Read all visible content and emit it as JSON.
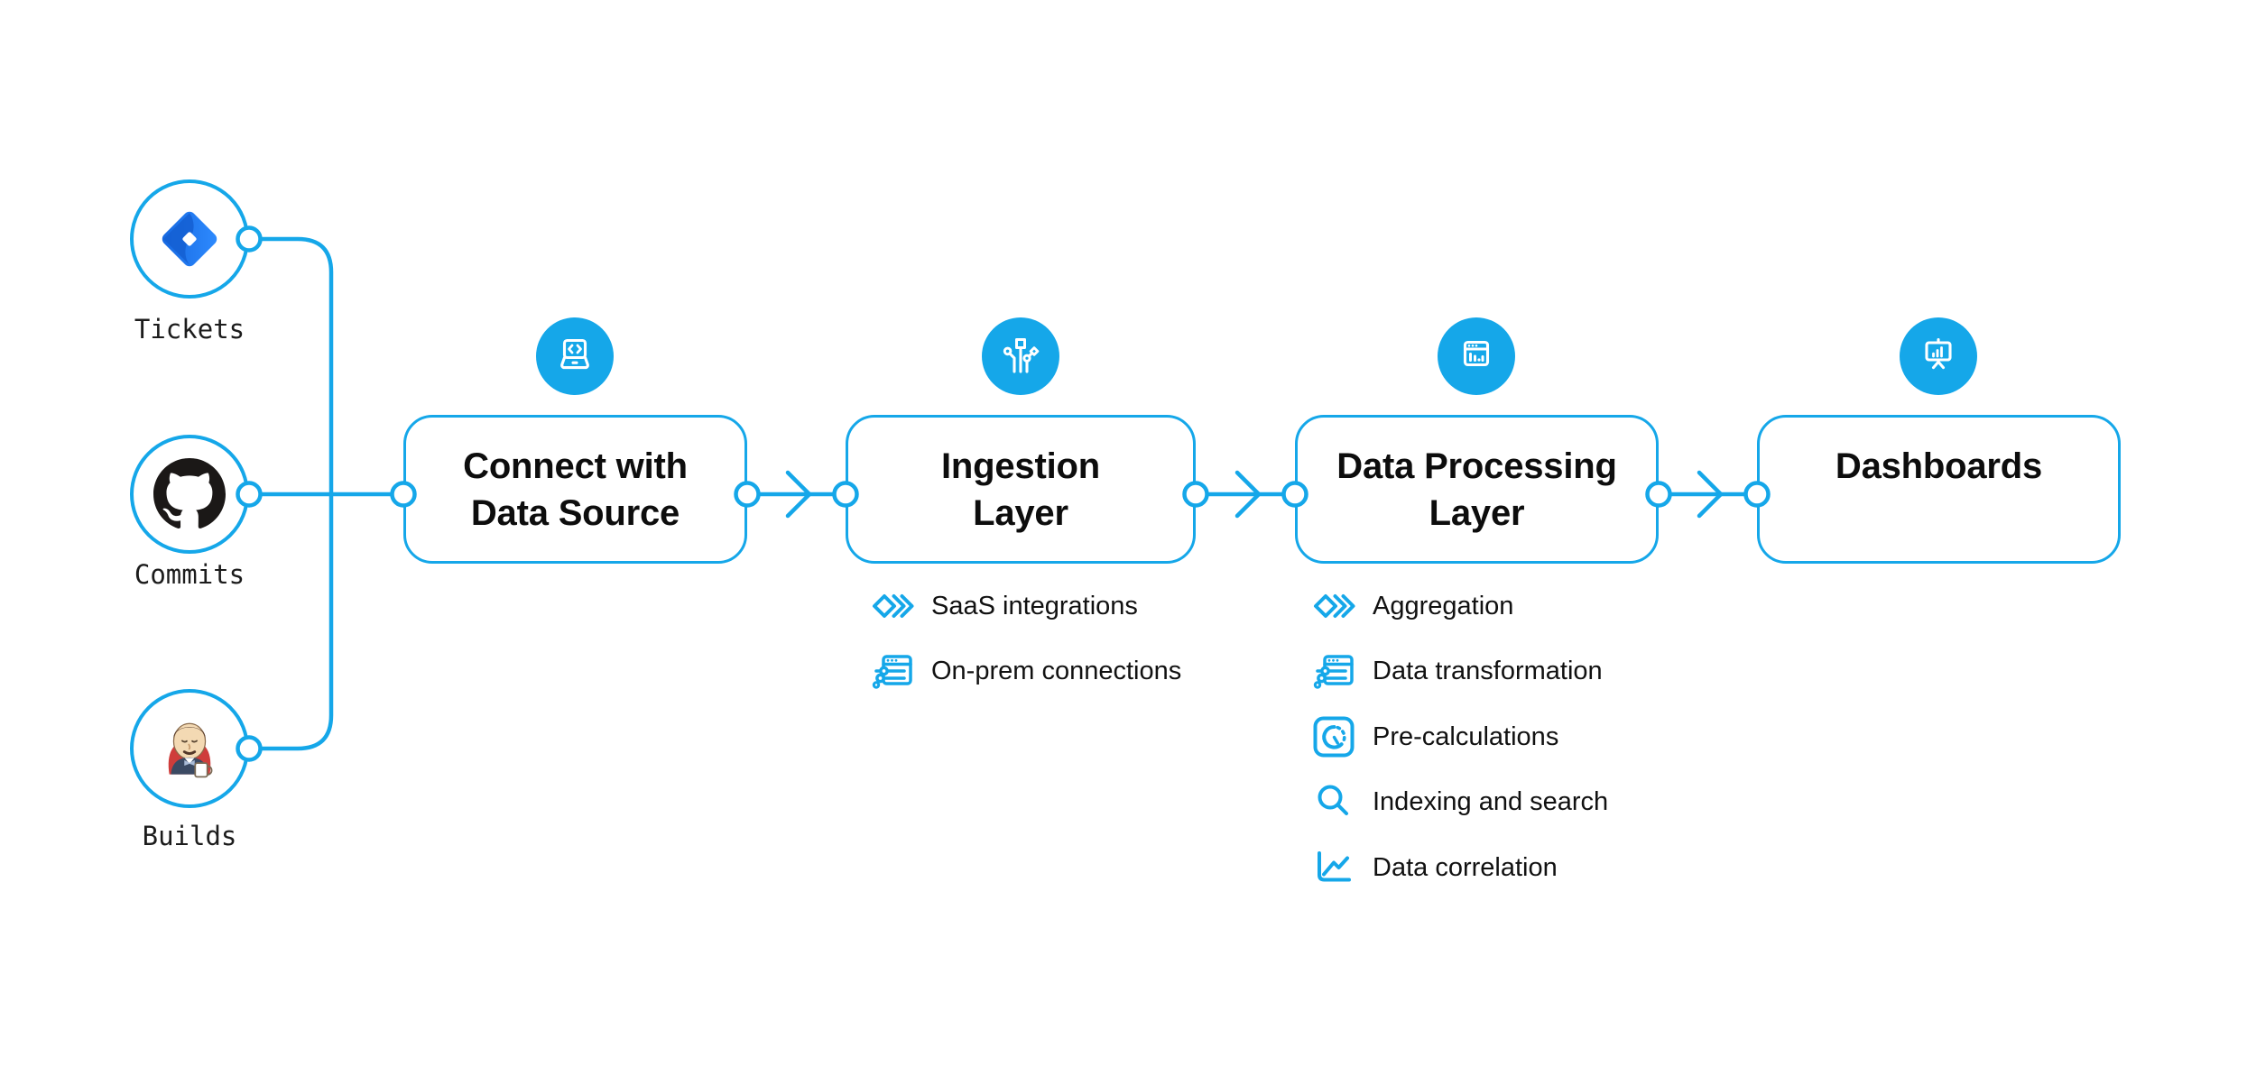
{
  "colors": {
    "accent": "#15a7e9",
    "text": "#111111",
    "background": "#ffffff"
  },
  "sources": [
    {
      "label": "Tickets",
      "icon": "jira-icon"
    },
    {
      "label": "Commits",
      "icon": "github-icon"
    },
    {
      "label": "Builds",
      "icon": "jenkins-icon"
    }
  ],
  "stages": [
    {
      "title": "Connect with Data Source",
      "lines": [
        "Connect with",
        "Data Source"
      ],
      "icon": "laptop-code-icon",
      "items": []
    },
    {
      "title": "Ingestion Layer",
      "lines": [
        "Ingestion",
        "Layer"
      ],
      "icon": "circuit-icon",
      "items": [
        {
          "label": "SaaS integrations",
          "icon": "stacked-layers-icon"
        },
        {
          "label": "On-prem connections",
          "icon": "server-sliders-icon"
        }
      ]
    },
    {
      "title": "Data Processing Layer",
      "lines": [
        "Data Processing",
        "Layer"
      ],
      "icon": "window-chart-icon",
      "items": [
        {
          "label": "Aggregation",
          "icon": "stacked-layers-icon"
        },
        {
          "label": "Data transformation",
          "icon": "server-sliders-icon"
        },
        {
          "label": "Pre-calculations",
          "icon": "gauge-icon"
        },
        {
          "label": "Indexing and search",
          "icon": "search-icon"
        },
        {
          "label": "Data correlation",
          "icon": "line-chart-icon"
        }
      ]
    },
    {
      "title": "Dashboards",
      "lines": [
        "Dashboards"
      ],
      "icon": "presentation-chart-icon",
      "items": []
    }
  ]
}
